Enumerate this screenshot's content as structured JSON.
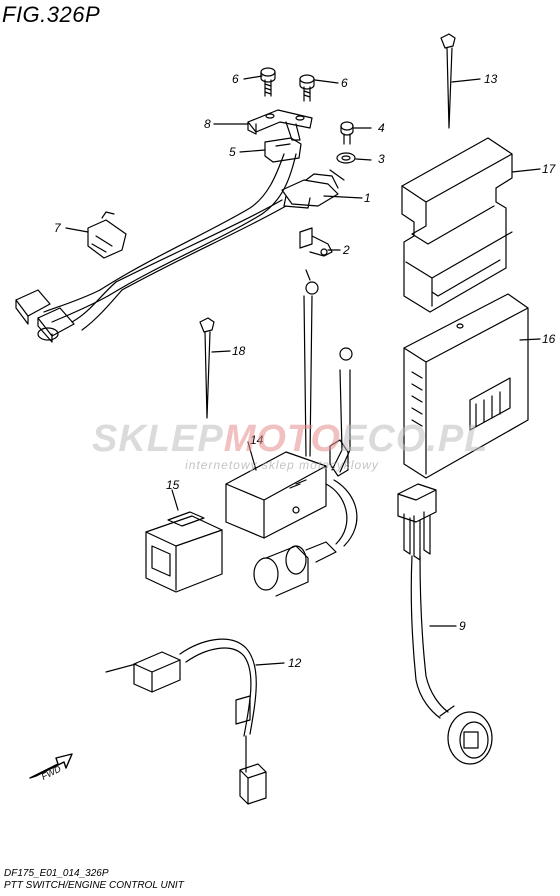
{
  "figure": {
    "title": "FIG.326P"
  },
  "callouts": {
    "c1": "1",
    "c2": "2",
    "c3": "3",
    "c4": "4",
    "c5": "5",
    "c6a": "6",
    "c6b": "6",
    "c7": "7",
    "c8": "8",
    "c9": "9",
    "c12": "12",
    "c13": "13",
    "c14": "14",
    "c15": "15",
    "c16": "16",
    "c17": "17",
    "c18": "18"
  },
  "fwd_label": "FWD",
  "watermark": {
    "brand_main": "SKLEP",
    "brand_accent": "MOTO",
    "brand_tail": "ECO.PL",
    "tagline": "internetowy sklep motocyklowy"
  },
  "footer": {
    "code": "DF175_E01_014_326P",
    "caption": "PTT SWITCH/ENGINE CONTROL UNIT"
  }
}
